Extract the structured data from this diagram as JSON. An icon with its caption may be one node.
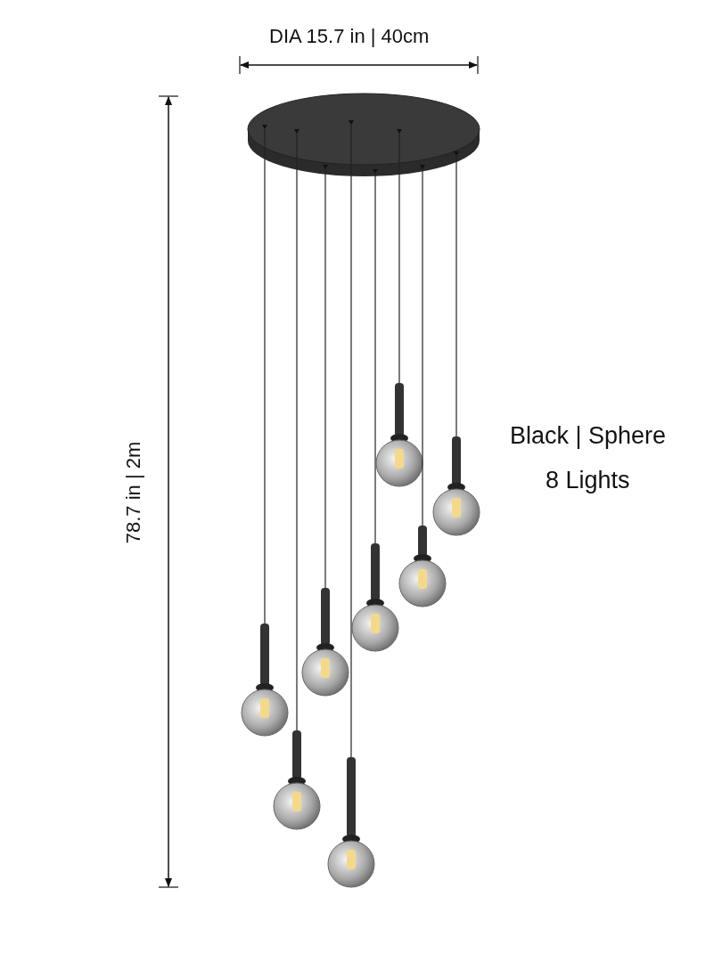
{
  "diagram": {
    "labels": [
      "DIA 15.7 in | 40cm",
      "78.7 in | 2m",
      "Black | Sphere",
      "8 Lights"
    ]
  }
}
